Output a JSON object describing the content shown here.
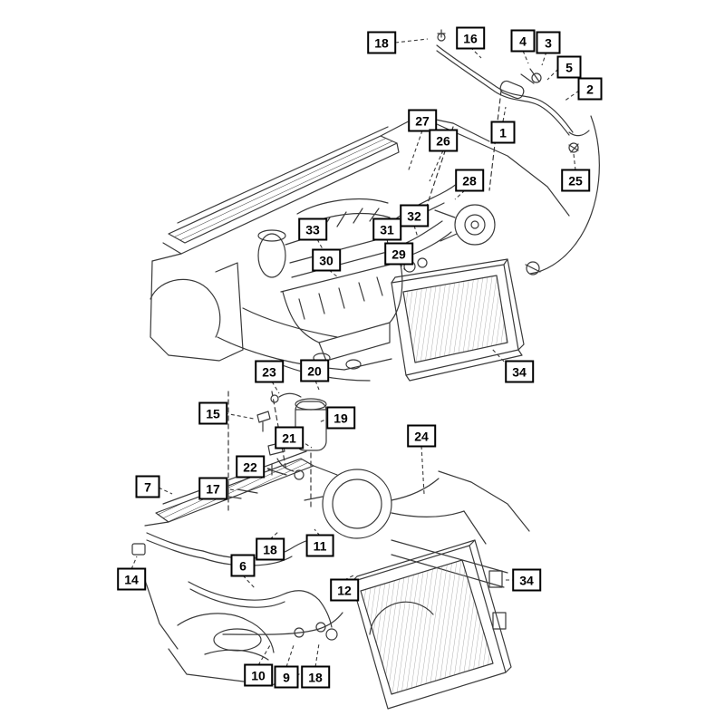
{
  "diagram": {
    "type": "exploded-parts-diagram",
    "subject": "vehicle A/C and heater plumbing, engine bay and front frame views",
    "colors": {
      "background": "#ffffff",
      "line": "#3a3a3a",
      "callout_border": "#000000",
      "callout_fill": "#ffffff",
      "callout_text": "#000000"
    },
    "views": [
      {
        "name": "engine-bay-top-view"
      },
      {
        "name": "front-frame-bottom-view"
      }
    ],
    "callouts": [
      {
        "label": "18"
      },
      {
        "label": "16"
      },
      {
        "label": "4"
      },
      {
        "label": "3"
      },
      {
        "label": "5"
      },
      {
        "label": "2"
      },
      {
        "label": "1"
      },
      {
        "label": "25"
      },
      {
        "label": "27"
      },
      {
        "label": "26"
      },
      {
        "label": "28"
      },
      {
        "label": "33"
      },
      {
        "label": "31"
      },
      {
        "label": "32"
      },
      {
        "label": "30"
      },
      {
        "label": "29"
      },
      {
        "label": "23"
      },
      {
        "label": "20"
      },
      {
        "label": "34"
      },
      {
        "label": "15"
      },
      {
        "label": "19"
      },
      {
        "label": "21"
      },
      {
        "label": "24"
      },
      {
        "label": "22"
      },
      {
        "label": "17"
      },
      {
        "label": "7"
      },
      {
        "label": "18"
      },
      {
        "label": "11"
      },
      {
        "label": "6"
      },
      {
        "label": "14"
      },
      {
        "label": "12"
      },
      {
        "label": "34"
      },
      {
        "label": "10"
      },
      {
        "label": "9"
      },
      {
        "label": "18"
      }
    ]
  }
}
